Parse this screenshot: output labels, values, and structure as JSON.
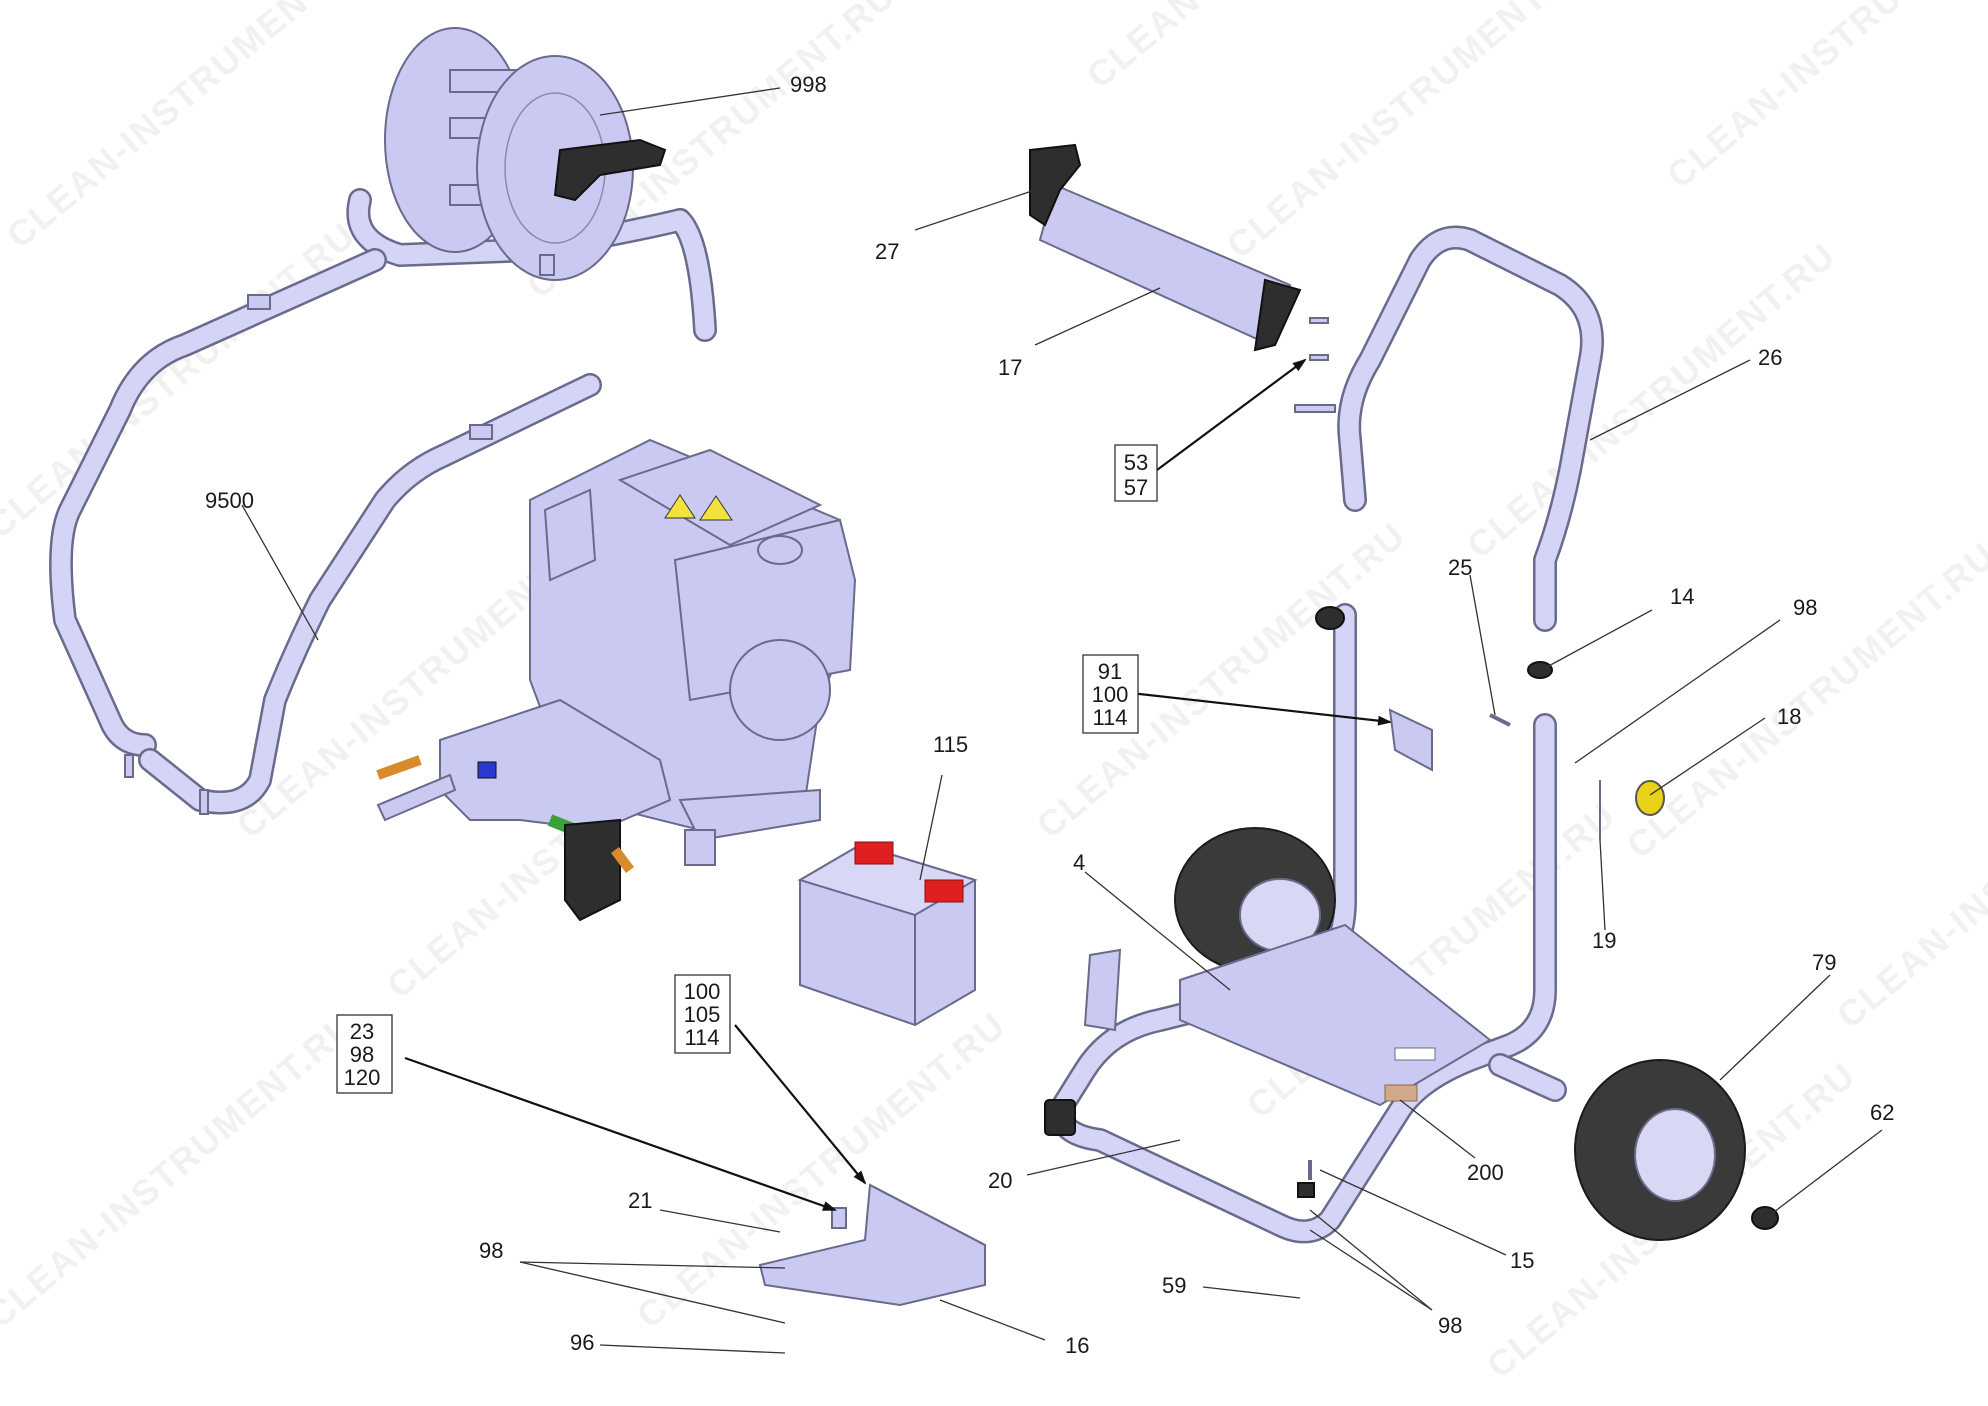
{
  "watermark": "CLEAN-INSTRUMENT.RU",
  "labels": {
    "l998": "998",
    "l27": "27",
    "l17": "17",
    "l26": "26",
    "l9500": "9500",
    "l25": "25",
    "l14": "14",
    "l98a": "98",
    "l18": "18",
    "l19": "19",
    "l115": "115",
    "l4": "4",
    "l79": "79",
    "l62": "62",
    "l200": "200",
    "l20": "20",
    "l15": "15",
    "l59": "59",
    "l98b": "98",
    "l21": "21",
    "l98c": "98",
    "l96": "96",
    "l16": "16"
  },
  "boxes": {
    "b53": [
      "53",
      "57"
    ],
    "b91": [
      "91",
      "100",
      "114"
    ],
    "b100": [
      "100",
      "105",
      "114"
    ],
    "b23": [
      "23",
      "98",
      "120"
    ]
  },
  "colors": {
    "part_fill": "#c9c9f2",
    "part_stroke": "#6a6a8c",
    "battery_terminal": "#e02020",
    "knob_yellow": "#e8d21a",
    "fitting_green": "#3aa23a",
    "fitting_orange": "#d98a2a"
  }
}
